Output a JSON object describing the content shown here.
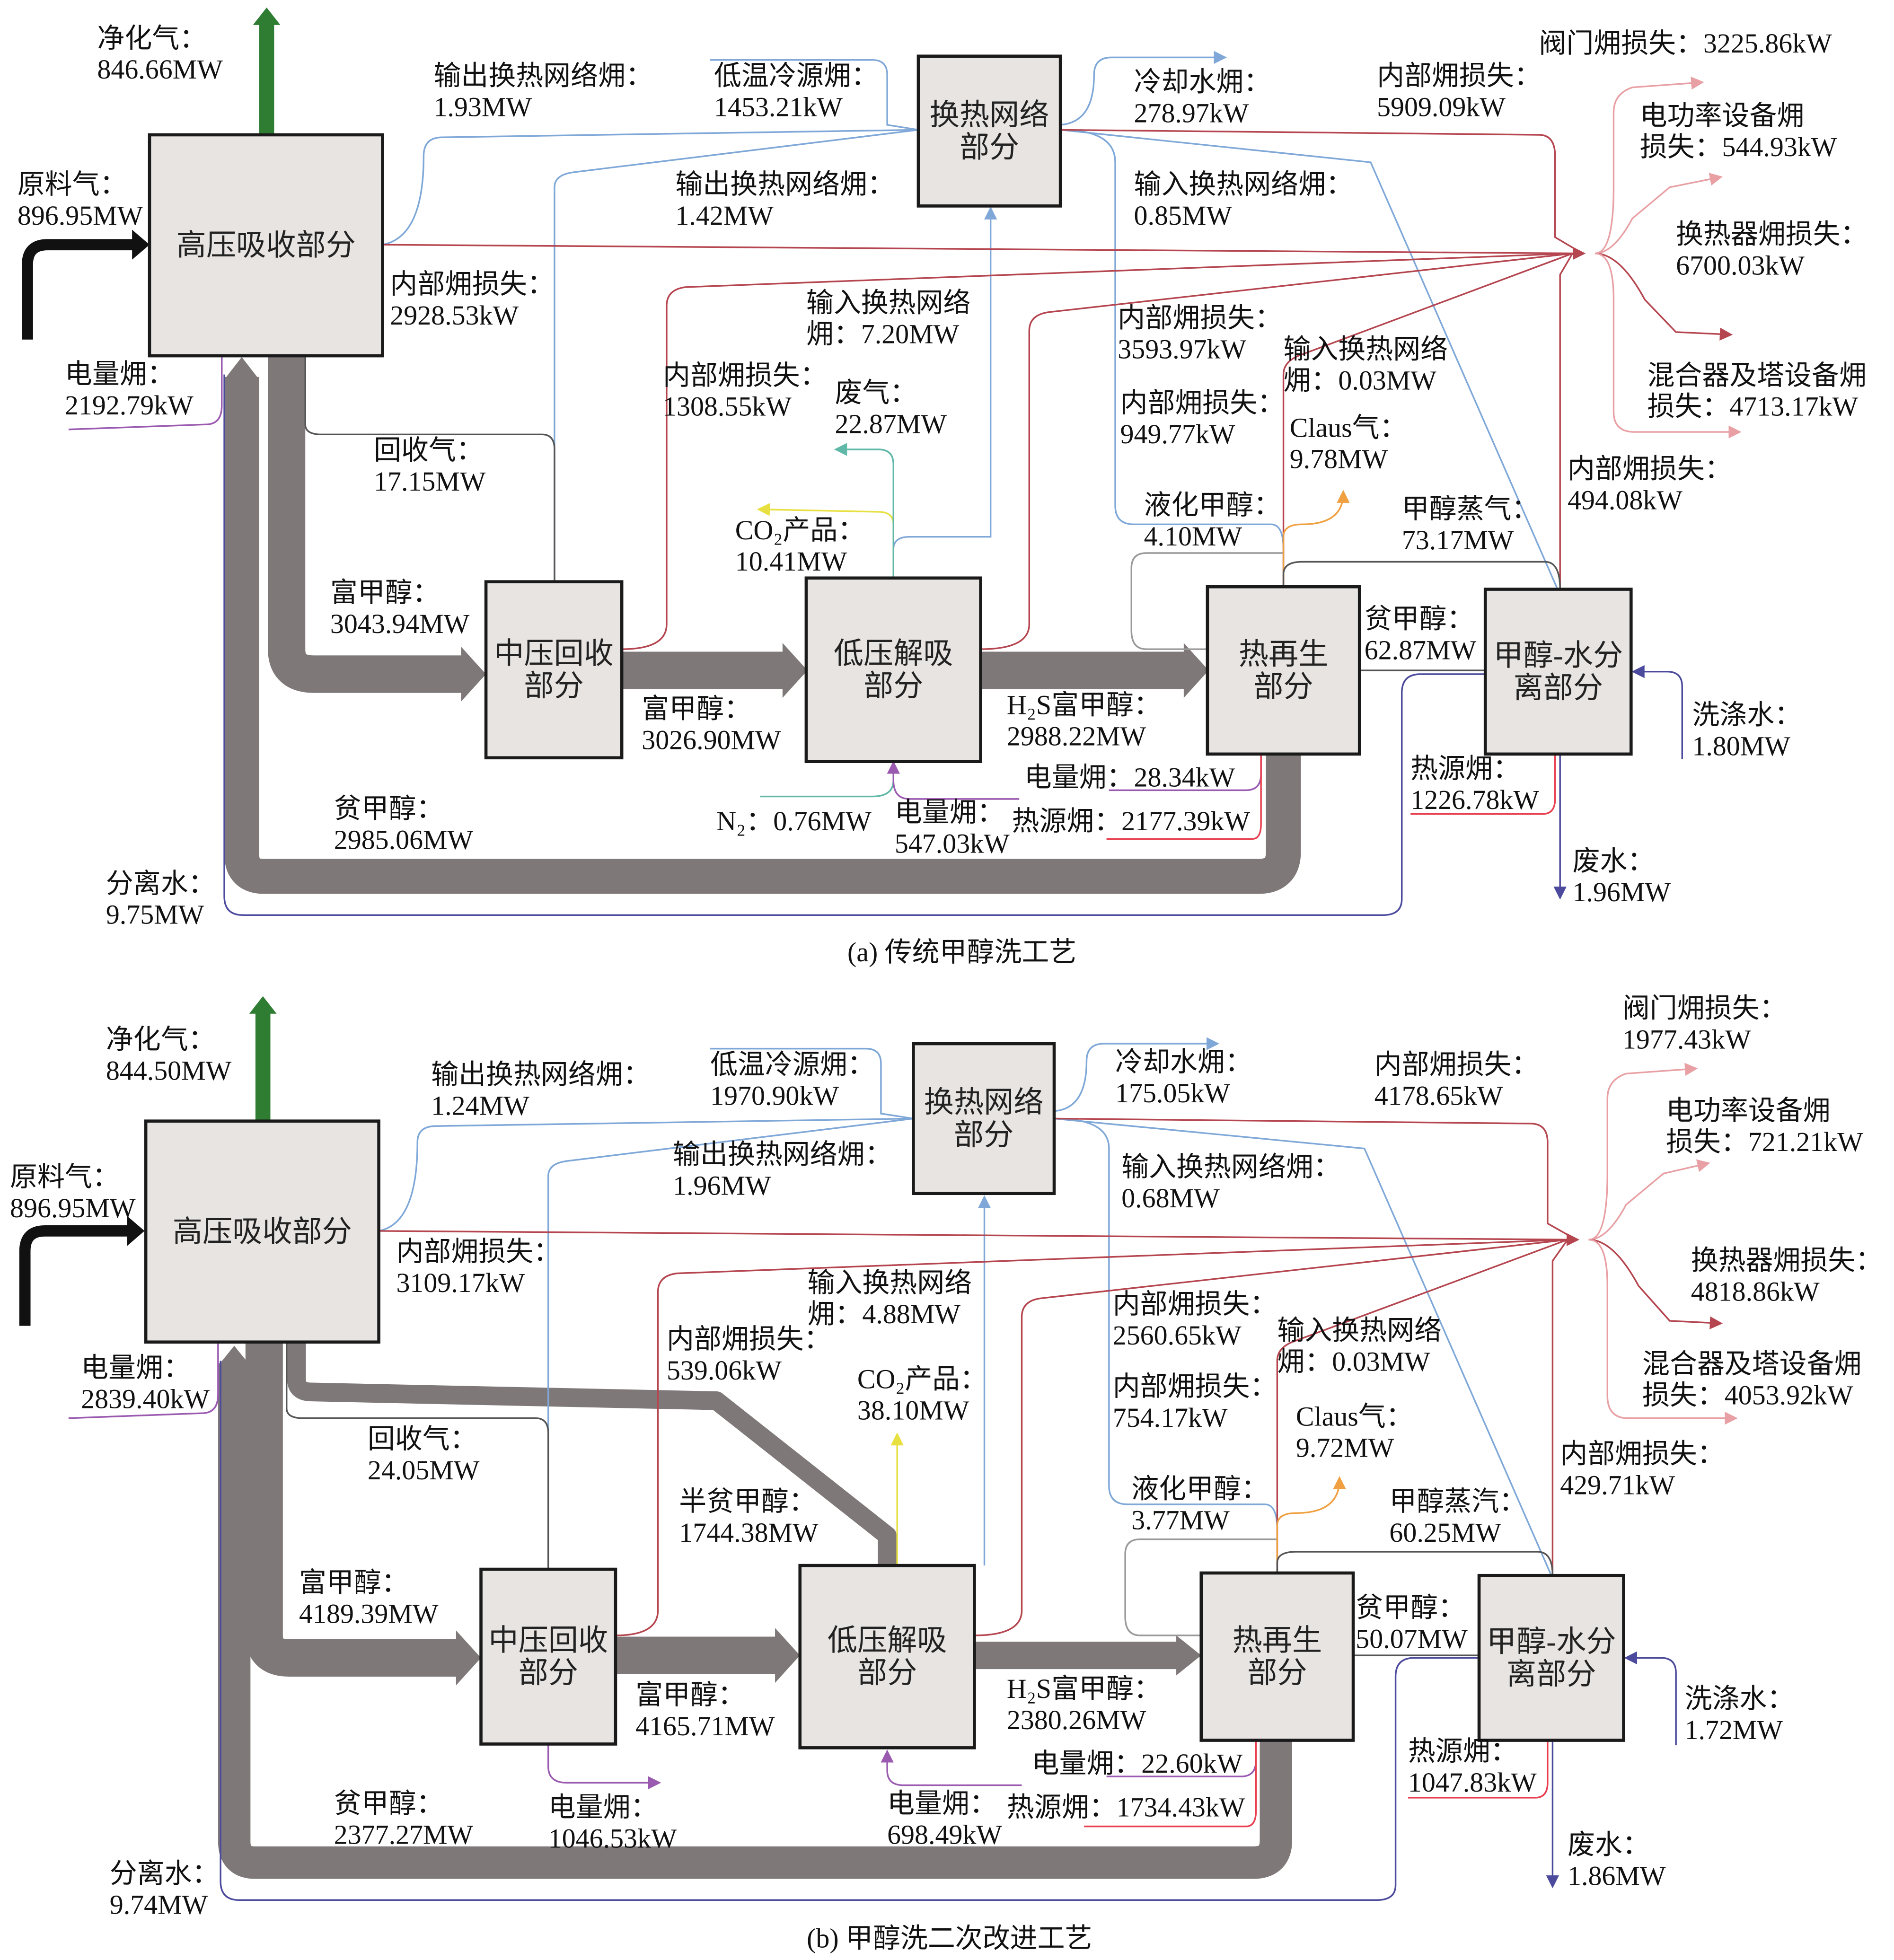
{
  "colors": {
    "band": "#7f7878",
    "purified_gas": "#2e7d32",
    "feed": "#111111",
    "heat_network": "#7fa8d8",
    "exergy_loss": "#b5454f",
    "node_fill": "#e7e4e2"
  },
  "panels": [
    {
      "caption": "(a) 传统甲醇洗工艺",
      "nodes": [
        {
          "lines": [
            "高压吸收部分"
          ]
        },
        {
          "lines": [
            "换热网络",
            "部分"
          ]
        },
        {
          "lines": [
            "中压回收",
            "部分"
          ]
        },
        {
          "lines": [
            "低压解吸",
            "部分"
          ]
        },
        {
          "lines": [
            "热再生",
            "部分"
          ]
        },
        {
          "lines": [
            "甲醇-水分",
            "离部分"
          ]
        }
      ],
      "labels": [
        {
          "lines": [
            "净化气：",
            "846.66MW"
          ]
        },
        {
          "lines": [
            "原料气：",
            "896.95MW"
          ]
        },
        {
          "lines": [
            "电量㶲：",
            "2192.79kW"
          ]
        },
        {
          "lines": [
            "输出换热网络㶲：",
            "1.93MW"
          ]
        },
        {
          "lines": [
            "低温冷源㶲：",
            "1453.21kW"
          ]
        },
        {
          "lines": [
            "输出换热网络㶲：",
            "1.42MW"
          ]
        },
        {
          "lines": [
            "内部㶲损失：",
            "2928.53kW"
          ]
        },
        {
          "lines": [
            "输入换热网络",
            "㶲：7.20MW"
          ]
        },
        {
          "lines": [
            "内部㶲损失：",
            "1308.55kW"
          ]
        },
        {
          "lines": [
            "废气：",
            "22.87MW"
          ]
        },
        {
          "lines": [
            "回收气：",
            "17.15MW"
          ]
        },
        {
          "lines": [
            "CO₂产品：",
            "10.41MW"
          ]
        },
        {
          "lines": [
            "富甲醇：",
            "3043.94MW"
          ]
        },
        {
          "lines": [
            "富甲醇：",
            "3026.90MW"
          ]
        },
        {
          "lines": [
            "H₂S富甲醇：",
            "2988.22MW"
          ]
        },
        {
          "lines": [
            "贫甲醇：",
            "2985.06MW"
          ]
        },
        {
          "lines": [
            "N₂：0.76MW"
          ]
        },
        {
          "lines": [
            "电量㶲：",
            "547.03kW"
          ]
        },
        {
          "lines": [
            "电量㶲：28.34kW"
          ]
        },
        {
          "lines": [
            "热源㶲：2177.39kW"
          ]
        },
        {
          "lines": [
            "分离水：",
            "9.75MW"
          ]
        },
        {
          "lines": [
            "冷却水㶲：",
            "278.97kW"
          ]
        },
        {
          "lines": [
            "内部㶲损失：",
            "5909.09kW"
          ]
        },
        {
          "lines": [
            "阀门㶲损失：3225.86kW"
          ]
        },
        {
          "lines": [
            "电功率设备㶲",
            "损失：544.93kW"
          ]
        },
        {
          "lines": [
            "换热器㶲损失：",
            "6700.03kW"
          ]
        },
        {
          "lines": [
            "混合器及塔设备㶲",
            "损失：4713.17kW"
          ]
        },
        {
          "lines": [
            "输入换热网络㶲：",
            "0.85MW"
          ]
        },
        {
          "lines": [
            "内部㶲损失：",
            "3593.97kW"
          ]
        },
        {
          "lines": [
            "输入换热网络",
            "㶲：0.03MW"
          ]
        },
        {
          "lines": [
            "内部㶲损失：",
            "949.77kW"
          ]
        },
        {
          "lines": [
            "Claus气：",
            "9.78MW"
          ]
        },
        {
          "lines": [
            "内部㶲损失：",
            "494.08kW"
          ]
        },
        {
          "lines": [
            "液化甲醇：",
            "4.10MW"
          ]
        },
        {
          "lines": [
            "甲醇蒸气：",
            "73.17MW"
          ]
        },
        {
          "lines": [
            "贫甲醇：",
            "62.87MW"
          ]
        },
        {
          "lines": [
            "洗涤水：",
            "1.80MW"
          ]
        },
        {
          "lines": [
            "热源㶲：",
            "1226.78kW"
          ]
        },
        {
          "lines": [
            "废水：",
            "1.96MW"
          ]
        }
      ]
    },
    {
      "caption": "(b) 甲醇洗二次改进工艺",
      "nodes": [
        {
          "lines": [
            "高压吸收部分"
          ]
        },
        {
          "lines": [
            "换热网络",
            "部分"
          ]
        },
        {
          "lines": [
            "中压回收",
            "部分"
          ]
        },
        {
          "lines": [
            "低压解吸",
            "部分"
          ]
        },
        {
          "lines": [
            "热再生",
            "部分"
          ]
        },
        {
          "lines": [
            "甲醇-水分",
            "离部分"
          ]
        }
      ],
      "labels": [
        {
          "lines": [
            "净化气：",
            "844.50MW"
          ]
        },
        {
          "lines": [
            "原料气：",
            "896.95MW"
          ]
        },
        {
          "lines": [
            "电量㶲：",
            "2839.40kW"
          ]
        },
        {
          "lines": [
            "输出换热网络㶲：",
            "1.24MW"
          ]
        },
        {
          "lines": [
            "低温冷源㶲：",
            "1970.90kW"
          ]
        },
        {
          "lines": [
            "输出换热网络㶲：",
            "1.96MW"
          ]
        },
        {
          "lines": [
            "内部㶲损失：",
            "3109.17kW"
          ]
        },
        {
          "lines": [
            "输入换热网络",
            "㶲：4.88MW"
          ]
        },
        {
          "lines": [
            "内部㶲损失：",
            "539.06kW"
          ]
        },
        {
          "lines": [
            "CO₂产品：",
            "38.10MW"
          ]
        },
        {
          "lines": [
            "回收气：",
            "24.05MW"
          ]
        },
        {
          "lines": [
            "半贫甲醇：",
            "1744.38MW"
          ]
        },
        {
          "lines": [
            "富甲醇：",
            "4189.39MW"
          ]
        },
        {
          "lines": [
            "富甲醇：",
            "4165.71MW"
          ]
        },
        {
          "lines": [
            "H₂S富甲醇：",
            "2380.26MW"
          ]
        },
        {
          "lines": [
            "贫甲醇：",
            "2377.27MW"
          ]
        },
        {
          "lines": [
            "电量㶲：",
            "1046.53kW"
          ]
        },
        {
          "lines": [
            "电量㶲：",
            "698.49kW"
          ]
        },
        {
          "lines": [
            "电量㶲：22.60kW"
          ]
        },
        {
          "lines": [
            "热源㶲：1734.43kW"
          ]
        },
        {
          "lines": [
            "分离水：",
            "9.74MW"
          ]
        },
        {
          "lines": [
            "冷却水㶲：",
            "175.05kW"
          ]
        },
        {
          "lines": [
            "内部㶲损失：",
            "4178.65kW"
          ]
        },
        {
          "lines": [
            "阀门㶲损失：",
            "1977.43kW"
          ]
        },
        {
          "lines": [
            "电功率设备㶲",
            "损失：721.21kW"
          ]
        },
        {
          "lines": [
            "换热器㶲损失：",
            "4818.86kW"
          ]
        },
        {
          "lines": [
            "混合器及塔设备㶲",
            "损失：4053.92kW"
          ]
        },
        {
          "lines": [
            "输入换热网络㶲：",
            "0.68MW"
          ]
        },
        {
          "lines": [
            "内部㶲损失：",
            "2560.65kW"
          ]
        },
        {
          "lines": [
            "输入换热网络",
            "㶲：0.03MW"
          ]
        },
        {
          "lines": [
            "内部㶲损失：",
            "754.17kW"
          ]
        },
        {
          "lines": [
            "Claus气：",
            "9.72MW"
          ]
        },
        {
          "lines": [
            "内部㶲损失：",
            "429.71kW"
          ]
        },
        {
          "lines": [
            "液化甲醇：",
            "3.77MW"
          ]
        },
        {
          "lines": [
            "甲醇蒸汽：",
            "60.25MW"
          ]
        },
        {
          "lines": [
            "贫甲醇：",
            "50.07MW"
          ]
        },
        {
          "lines": [
            "洗涤水：",
            "1.72MW"
          ]
        },
        {
          "lines": [
            "热源㶲：",
            "1047.83kW"
          ]
        },
        {
          "lines": [
            "废水：",
            "1.86MW"
          ]
        }
      ]
    }
  ]
}
